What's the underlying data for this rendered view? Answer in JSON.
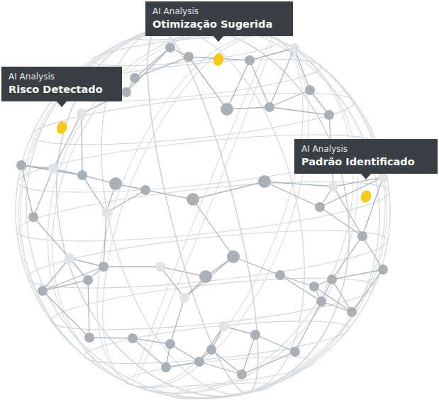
{
  "diagram": {
    "nodes": [
      {
        "text": [
          "AI Analysis",
          "Otimização Sugerida"
        ]
      },
      {
        "text": [
          "AI Analysis",
          "Risco Detectado"
        ]
      },
      {
        "text": [
          "AI Analysis",
          "Padrão Identificado"
        ]
      }
    ]
  }
}
